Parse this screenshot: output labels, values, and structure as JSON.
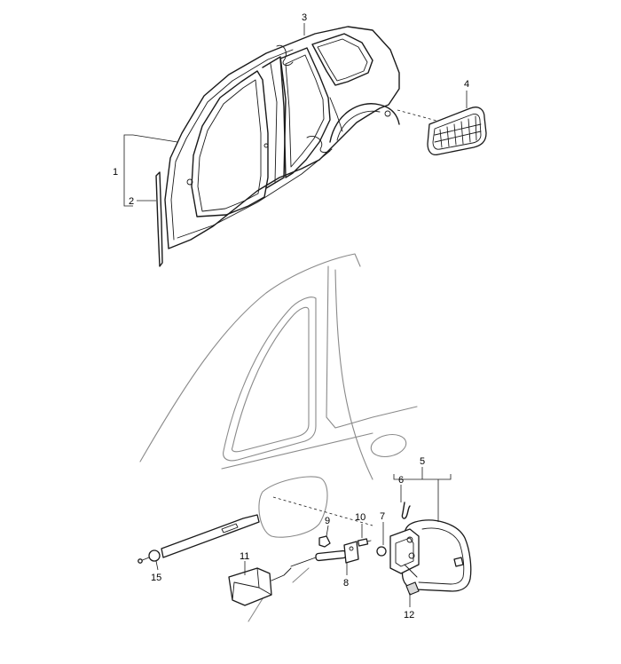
{
  "callouts": {
    "c1": "1",
    "c2": "2",
    "c3": "3",
    "c4": "4",
    "c5": "5",
    "c6": "6",
    "c7": "7",
    "c8": "8",
    "c9": "9",
    "c10": "10",
    "c11": "11",
    "c12": "12",
    "c15": "15"
  }
}
